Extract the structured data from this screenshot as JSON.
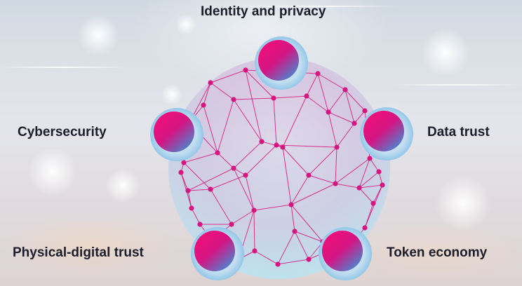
{
  "labels": {
    "top": "Identity and privacy",
    "left": "Cybersecurity",
    "right": "Data trust",
    "bottom_left": "Physical-digital trust",
    "bottom_right": "Token economy"
  },
  "colors": {
    "node": "#d6157f",
    "node_gradient_start": "#e6107c",
    "node_gradient_end": "#3a9ed8",
    "ring_outer": "#b9d8ee",
    "sphere_top": "#d9c3e0",
    "sphere_bottom": "#bfe3ee",
    "text": "#1c1c2a"
  }
}
